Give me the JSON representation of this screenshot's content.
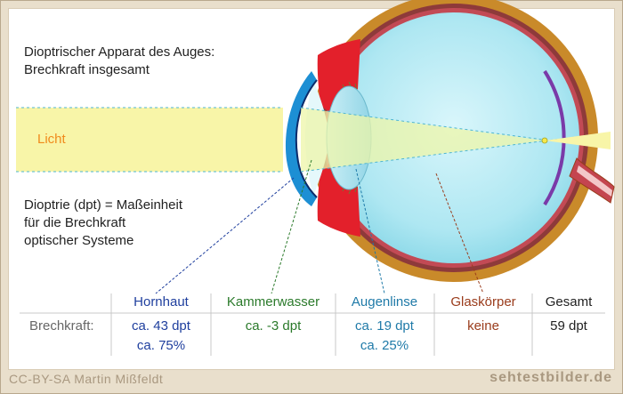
{
  "title": {
    "line1": "Dioptrischer Apparat des Auges:",
    "line2": "Brechkraft insgesamt"
  },
  "definition": {
    "line1": "Dioptrie (dpt) = Maßeinheit",
    "line2": "für die Brechkraft",
    "line3": "optischer Systeme"
  },
  "light_label": "Licht",
  "table": {
    "row_label": "Brechkraft:",
    "columns": [
      {
        "header": "Hornhaut",
        "value": "ca. 43 dpt",
        "share": "ca. 75%",
        "color": "#1f3f9e"
      },
      {
        "header": "Kammerwasser",
        "value": "ca. -3 dpt",
        "share": "",
        "color": "#2b7a2b"
      },
      {
        "header": "Augenlinse",
        "value": "ca. 19 dpt",
        "share": "ca. 25%",
        "color": "#1f7aa8"
      },
      {
        "header": "Glaskörper",
        "value": "keine",
        "share": "",
        "color": "#9a3c1c"
      },
      {
        "header": "Gesamt",
        "value": "59 dpt",
        "share": "",
        "color": "#222222"
      }
    ]
  },
  "footer": {
    "license": "CC-BY-SA Martin Mißfeldt",
    "site": "sehtestbilder.de"
  }
}
